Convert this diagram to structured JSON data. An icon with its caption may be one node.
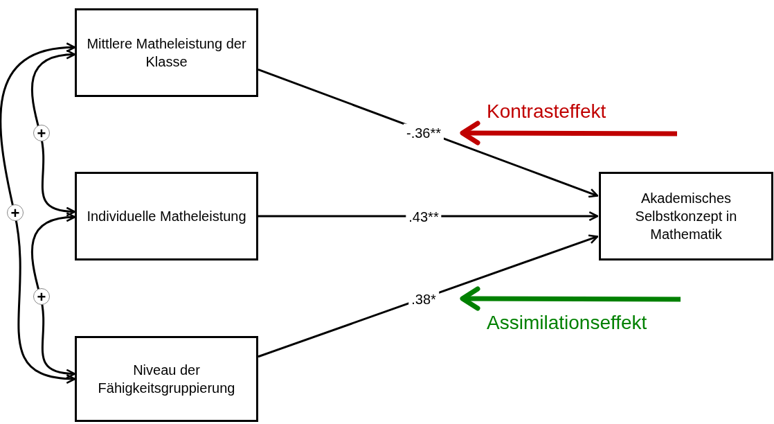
{
  "diagram": {
    "nodes": [
      {
        "text": [
          "Mittlere Matheleistung der Klasse"
        ]
      },
      {
        "text": [
          "Individuelle Matheleistung"
        ]
      },
      {
        "text": [
          "Niveau der Fähigkeitsgruppierung"
        ]
      },
      {
        "text": [
          "Akademisches Selbstkonzept in Mathematik"
        ]
      }
    ],
    "edges": [
      {
        "from": 0,
        "to": 1,
        "arrow": "both",
        "label": "+"
      },
      {
        "from": 0,
        "to": 2,
        "arrow": "both",
        "label": "+"
      },
      {
        "from": 1,
        "to": 2,
        "arrow": "both",
        "label": "+"
      },
      {
        "from": 0,
        "to": 3,
        "arrow": "to",
        "label": "-.36**"
      },
      {
        "from": 1,
        "to": 3,
        "arrow": "to",
        "label": ".43**"
      },
      {
        "from": 2,
        "to": 3,
        "arrow": "to",
        "label": ".38*"
      }
    ],
    "labels": [
      "Kontrasteffekt",
      "Assimilationseffekt"
    ]
  }
}
